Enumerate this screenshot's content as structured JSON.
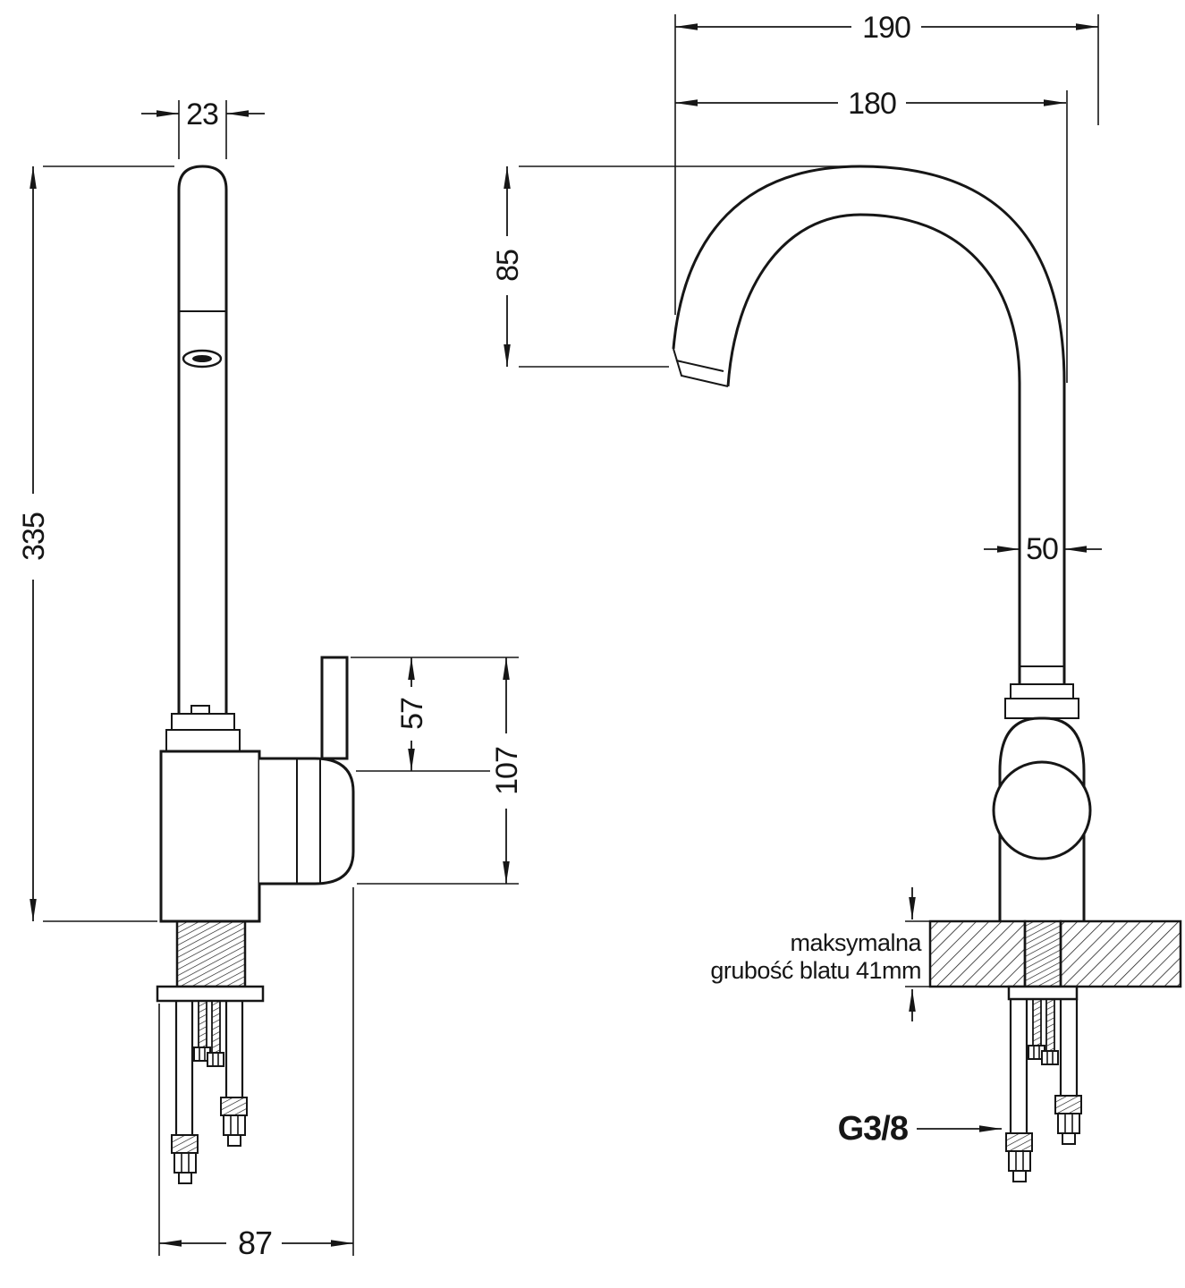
{
  "diagram": {
    "subject": "kitchen-faucet-dimension-drawing",
    "colors": {
      "line": "#161616",
      "background": "#ffffff"
    },
    "side_view": {
      "spout_pipe_width": "23",
      "total_height": "335",
      "lever_height": "57",
      "body_height": "107",
      "base_width": "87"
    },
    "front_view": {
      "overall_reach": "190",
      "spout_reach": "180",
      "spout_clearance": "85",
      "column_width": "50",
      "countertop_note_line1": "maksymalna",
      "countertop_note_line2": "grubość blatu 41mm",
      "connection_thread": "G3/8"
    }
  }
}
